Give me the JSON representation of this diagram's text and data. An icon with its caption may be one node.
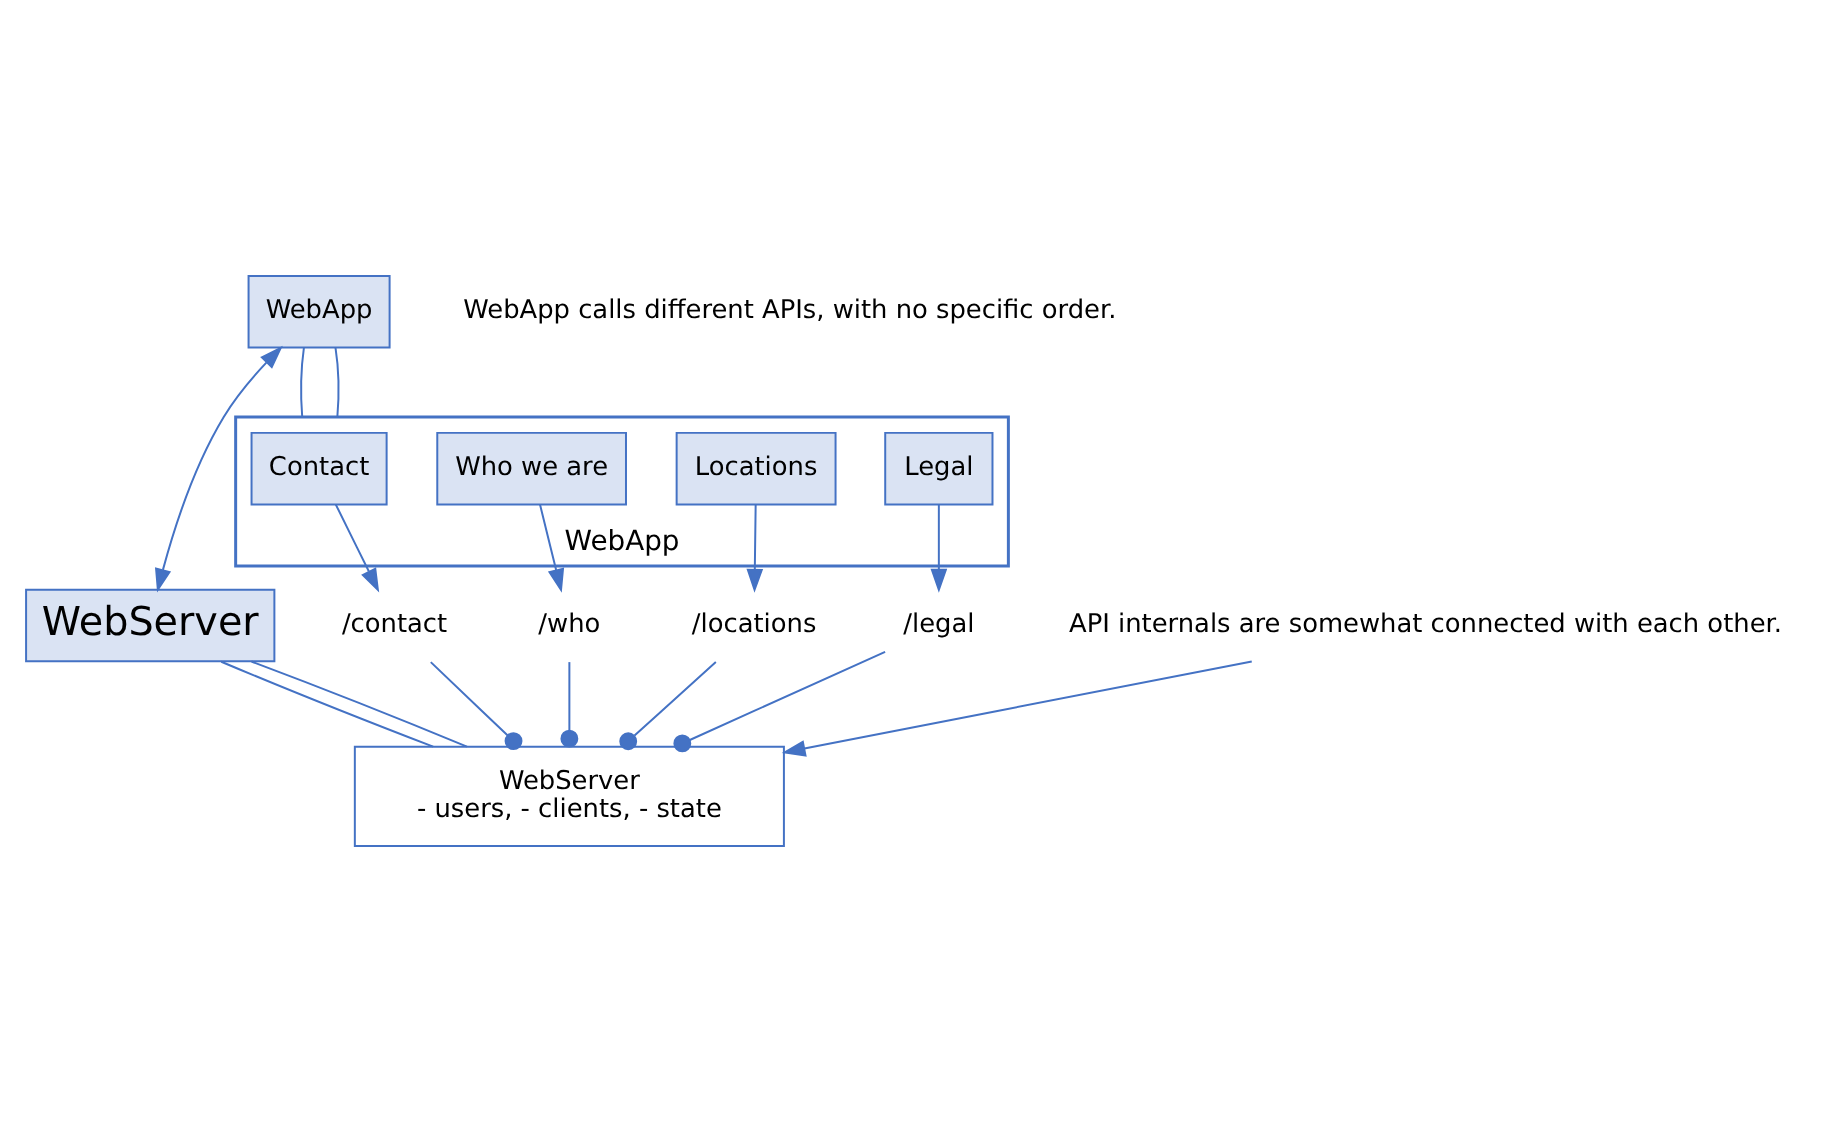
{
  "diagram": {
    "nodes": [
      {
        "text": [
          "WebApp"
        ]
      },
      {
        "text": [
          "WebServer"
        ]
      },
      {
        "text": [
          "WebApp"
        ]
      },
      {
        "text": [
          "Contact"
        ],
        "in": 2
      },
      {
        "text": [
          "Who we are"
        ],
        "in": 2
      },
      {
        "text": [
          "Locations"
        ],
        "in": 2
      },
      {
        "text": [
          "Legal"
        ],
        "in": 2
      },
      {
        "text": [
          "/contact"
        ]
      },
      {
        "text": [
          "/who"
        ]
      },
      {
        "text": [
          "/locations"
        ]
      },
      {
        "text": [
          "/legal"
        ]
      },
      {
        "text": [
          "WebServer",
          "- users, - clients, - state"
        ]
      },
      {
        "text": [
          "API internals are somewhat connected with each other."
        ]
      }
    ],
    "edges": [
      {
        "from": 0,
        "to": 2,
        "arrow": "none"
      },
      {
        "from": 0,
        "to": 2,
        "arrow": "none"
      },
      {
        "from": 0,
        "to": 1,
        "arrow": "both"
      },
      {
        "from": 3,
        "to": 7,
        "arrow": "to"
      },
      {
        "from": 4,
        "to": 8,
        "arrow": "to"
      },
      {
        "from": 5,
        "to": 9,
        "arrow": "to"
      },
      {
        "from": 6,
        "to": 10,
        "arrow": "to"
      },
      {
        "from": 1,
        "to": 11,
        "arrow": "none"
      },
      {
        "from": 1,
        "to": 11,
        "arrow": "none"
      },
      {
        "from": 7,
        "to": 11,
        "arrow": "other"
      },
      {
        "from": 8,
        "to": 11,
        "arrow": "other"
      },
      {
        "from": 9,
        "to": 11,
        "arrow": "other"
      },
      {
        "from": 10,
        "to": 11,
        "arrow": "other"
      },
      {
        "from": 12,
        "to": 11,
        "arrow": "to"
      }
    ],
    "labels": [
      "WebApp calls different APIs, with no specific order."
    ]
  }
}
